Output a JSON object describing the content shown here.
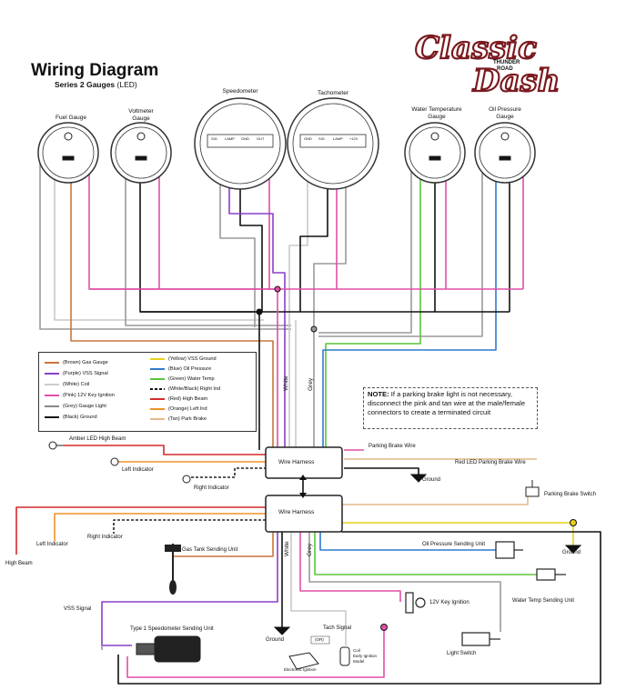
{
  "header": {
    "title": "Wiring Diagram",
    "subtitle_main": "Series 2 Gauges",
    "subtitle_paren": "(LED)"
  },
  "logo": {
    "word1": "Classic",
    "word2": "Dash",
    "tag1": "THUNDER",
    "tag2": "ROAD",
    "color": "#7a1a1f"
  },
  "gauges": {
    "fuel": "Fuel Gauge",
    "volt_1": "Voltmeter",
    "volt_2": "Gauge",
    "speedo": "Speedometer",
    "tach": "Tachometer",
    "water_1": "Water Temperature",
    "water_2": "Gauge",
    "oil_1": "Oil Pressure",
    "oil_2": "Gauge",
    "terminals": [
      "SIG",
      "LAMP",
      "GND",
      "OUT",
      "GND",
      "SIG",
      "LAMP",
      "+12V"
    ]
  },
  "legend": {
    "left": [
      {
        "label": "(Brown) Gas Gauge",
        "color": "#c8763a"
      },
      {
        "label": "(Purple) VSS Signal",
        "color": "#8a3fc7"
      },
      {
        "label": "(White) Coil",
        "color": "#cccccc"
      },
      {
        "label": "(Pink) 12V Key Ignition",
        "color": "#e04fa8"
      },
      {
        "label": "(Grey) Gauge Light",
        "color": "#888888"
      },
      {
        "label": "(Black) Ground",
        "color": "#111111"
      }
    ],
    "right": [
      {
        "label": "(Yellow) VSS Ground",
        "color": "#e8d21a"
      },
      {
        "label": "(Blue) Oil Pressure",
        "color": "#2f7ad0"
      },
      {
        "label": "(Green) Water Temp",
        "color": "#5cc43a"
      },
      {
        "label": "(White/Black) Right Ind",
        "color": "dashed"
      },
      {
        "label": "(Red) High Beam",
        "color": "#d22a2a"
      },
      {
        "label": "(Orange) Left Ind",
        "color": "#f0922a"
      },
      {
        "label": "(Tan) Park Brake",
        "color": "#e2b98a"
      }
    ]
  },
  "note": {
    "bold": "NOTE:",
    "text": "If a parking brake light is not necessary, disconnect the pink and tan wire at the male/female connectors to create a terminated circuit"
  },
  "labels": {
    "white": "White",
    "grey": "Grey",
    "wire_harness_top": "Wire Harness",
    "wire_harness_bottom": "Wire Harness",
    "amber_high_beam": "Amber LED High Beam",
    "left_indicator_top": "Left Indicator",
    "right_indicator_top": "Right Indicator",
    "parking_brake_wire": "Parking Brake Wire",
    "red_led_parking_brake": "Red LED Parking Brake Wire",
    "ground_1": "Ground",
    "parking_brake_switch": "Parking Brake Switch",
    "left_indicator_bottom": "Left Indicator",
    "right_indicator_bottom": "Right Indicator",
    "gas_tank_unit": "Gas Tank Sending Unit",
    "high_beam": "High Beam",
    "ground_2": "Ground",
    "oil_sending_unit": "Oil Pressure Sending Unit",
    "water_sending_unit": "Water Temp Sending Unit",
    "key_ignition": "12V Key Ignition",
    "vss_signal": "VSS Signal",
    "speedo_sending_unit": "Type 1 Speedometer Sending Unit",
    "tach_signal": "Tach Signal",
    "or": "(OR)",
    "light_switch": "Light Switch",
    "ground_3": "Ground",
    "electronic_ignition": "Electronic Ignition",
    "coil_1": "Coil",
    "coil_2": "Early Ignition",
    "coil_3": "Model"
  }
}
